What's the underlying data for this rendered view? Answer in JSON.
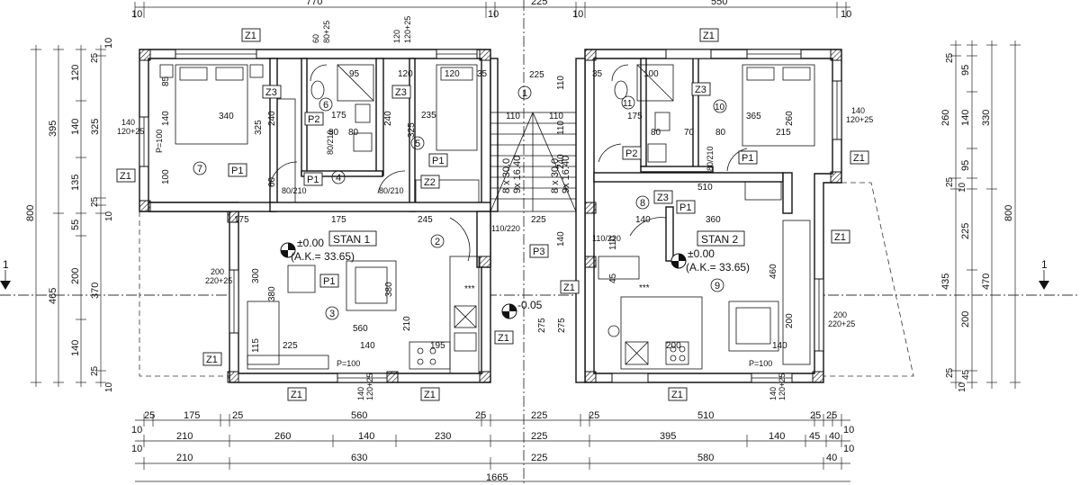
{
  "apartments": [
    {
      "tag": "STAN 1",
      "level": "±0.00",
      "ak": "(A.K.= 33.65)"
    },
    {
      "tag": "STAN 2",
      "level": "±0.00",
      "ak": "(A.K.= 33.65)"
    }
  ],
  "exterior_level": "-0.05",
  "section_marks": [
    "1",
    "1"
  ],
  "room_numbers": [
    "1",
    "2",
    "3",
    "4",
    "5",
    "6",
    "7",
    "8",
    "9",
    "10",
    "11"
  ],
  "wall_types": [
    "Z1",
    "Z2",
    "Z3"
  ],
  "floor_types": [
    "P1",
    "P2",
    "P3"
  ],
  "openings": {
    "window_a": "140",
    "window_a_size": "120+25",
    "window_b": "200",
    "window_b_size": "220+25",
    "window_c": "P=100",
    "window_d": "P=100",
    "door_a": "80/210",
    "door_b": "80/210",
    "door_c": "80/210",
    "door_d": "80/210",
    "door_e": "110/220",
    "door_f": "110/220",
    "window_e": "140",
    "window_e_size": "120+25",
    "window_f": "200",
    "window_f_size": "220+25",
    "window_g": "140",
    "window_g_size": "120+25",
    "window_h": "140",
    "window_h_size": "120+25",
    "stair_left": "8 x 30.0",
    "stair_left_b": "9x 16.40",
    "stair_right": "8 x 30.0",
    "stair_right_b": "9x 16.40",
    "skylight_a": "120",
    "skylight_a_size": "120+25",
    "skylight_b": "60",
    "skylight_b_size": "80+25"
  },
  "top_dims": [
    "10",
    "770",
    "10",
    "225",
    "10",
    "550",
    "10"
  ],
  "bottom_dims_1": [
    "10",
    "25",
    "175",
    "25",
    "560",
    "25",
    "225",
    "25",
    "510",
    "25",
    "25",
    "10"
  ],
  "bottom_dims_2": [
    "10",
    "210",
    "260",
    "140",
    "230",
    "225",
    "395",
    "140",
    "45",
    "40",
    "10"
  ],
  "bottom_dims_3": [
    "210",
    "630",
    "225",
    "580",
    "40"
  ],
  "bottom_total": "1665",
  "left_dims_1": [
    "395",
    "465"
  ],
  "left_dims_2": [
    "120",
    "140",
    "135",
    "55",
    "200",
    "140",
    "25"
  ],
  "left_dims_3": [
    "325",
    "370",
    "10"
  ],
  "left_dims_4": [
    "25",
    "25",
    "10",
    "10"
  ],
  "left_total": "800",
  "right_dims_1": [
    "25",
    "95",
    "140",
    "25",
    "95",
    "10"
  ],
  "right_dims_2": [
    "260",
    "330",
    "225",
    "435",
    "200",
    "25",
    "45",
    "10"
  ],
  "right_dims_3": [
    "470"
  ],
  "right_total": "800",
  "interior_dims": [
    "340",
    "240",
    "175",
    "240",
    "235",
    "225",
    "110",
    "365",
    "175",
    "10",
    "325",
    "260",
    "215",
    "80",
    "70",
    "80",
    "10",
    "80",
    "10",
    "175",
    "245",
    "225",
    "140",
    "10",
    "360",
    "510",
    "560",
    "380",
    "210",
    "225",
    "140",
    "195",
    "115",
    "300",
    "380",
    "460",
    "200",
    "140",
    "10",
    "275",
    "275",
    "110",
    "110",
    "110",
    "140",
    "200",
    "45",
    "60",
    "100",
    "95",
    "120",
    "35",
    "35",
    "100",
    "85",
    "95",
    "60",
    "60",
    "120",
    "25",
    "110",
    "110",
    "325",
    "240",
    "100",
    "140",
    "135"
  ],
  "misc": {
    "p100_left": "P=100",
    "sink_mark": "***",
    "sink_mark_2": "***"
  }
}
